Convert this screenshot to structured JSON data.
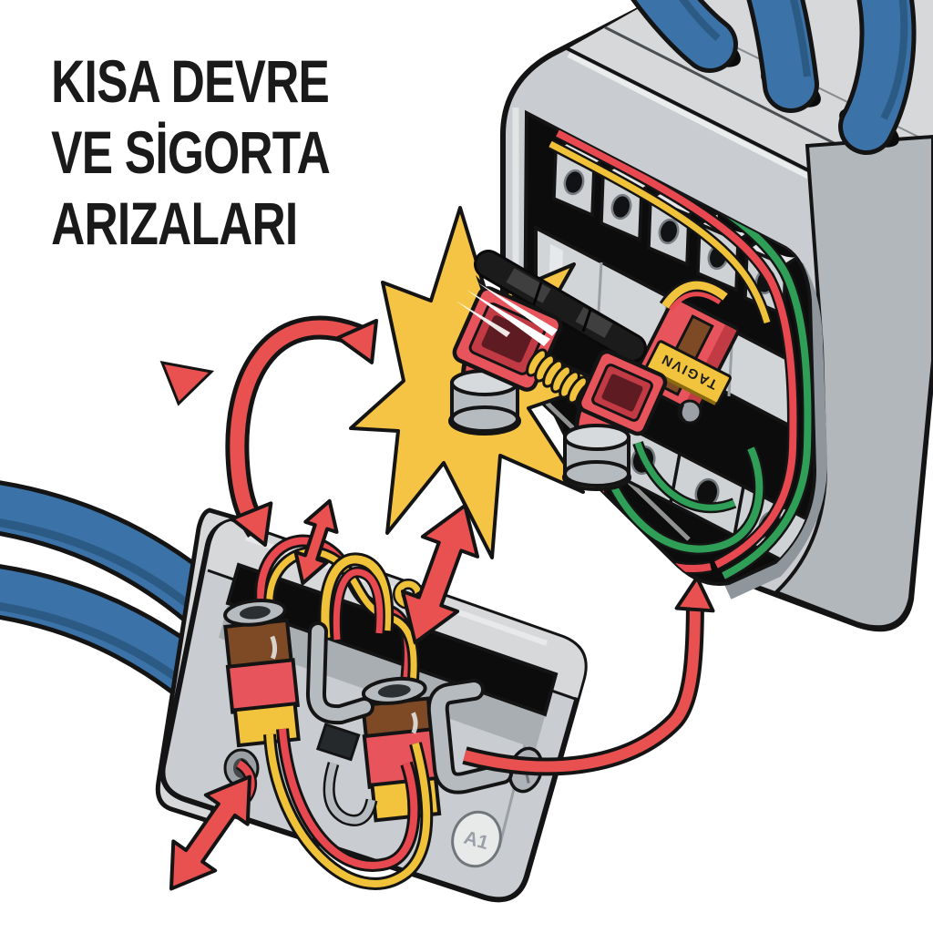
{
  "title": {
    "lines": [
      "KISA DEVRE",
      "VE SİGORTA",
      "ARIZALARI"
    ]
  },
  "panel": {
    "breaker_label": "TAGIVN"
  },
  "fuse_box": {
    "badge": "A1"
  },
  "icons": {
    "spark": "spark-burst-icon",
    "arrows": [
      "curved-double-arrow",
      "small-double-arrow",
      "large-double-arrow",
      "bottom-double-arrow",
      "curved-feedback-arrow"
    ]
  },
  "colors": {
    "background": "#ffffff",
    "title": "#1a1a1a",
    "outline": "#141414",
    "arrow_red": "#e8514f",
    "spark_yellow": "#f6c445",
    "cable_blue": "#3b72a8",
    "cable_blue_dark": "#2b5a84",
    "wire_red": "#e8484f",
    "wire_green": "#2f9e57",
    "wire_yellow": "#f0c23a",
    "panel_gray": "#c9cdd1",
    "panel_gray_light": "#d6d8da",
    "panel_gray_dark": "#b2b7bb",
    "inner_wall_gray": "#8e959b",
    "interior_black": "#0c0c0c",
    "block_gray": "#ced2d5",
    "block_top_gray": "#e4e6e8",
    "metal_gray": "#b6bbbf",
    "metal_gray_light": "#d7dadc",
    "fuse_brown": "#7d4a25",
    "fuse_red": "#e8545b",
    "fuse_red_dark": "#c13a44",
    "fuse_yellow": "#f2c33c",
    "busbar_black": "#1b1b1b"
  }
}
